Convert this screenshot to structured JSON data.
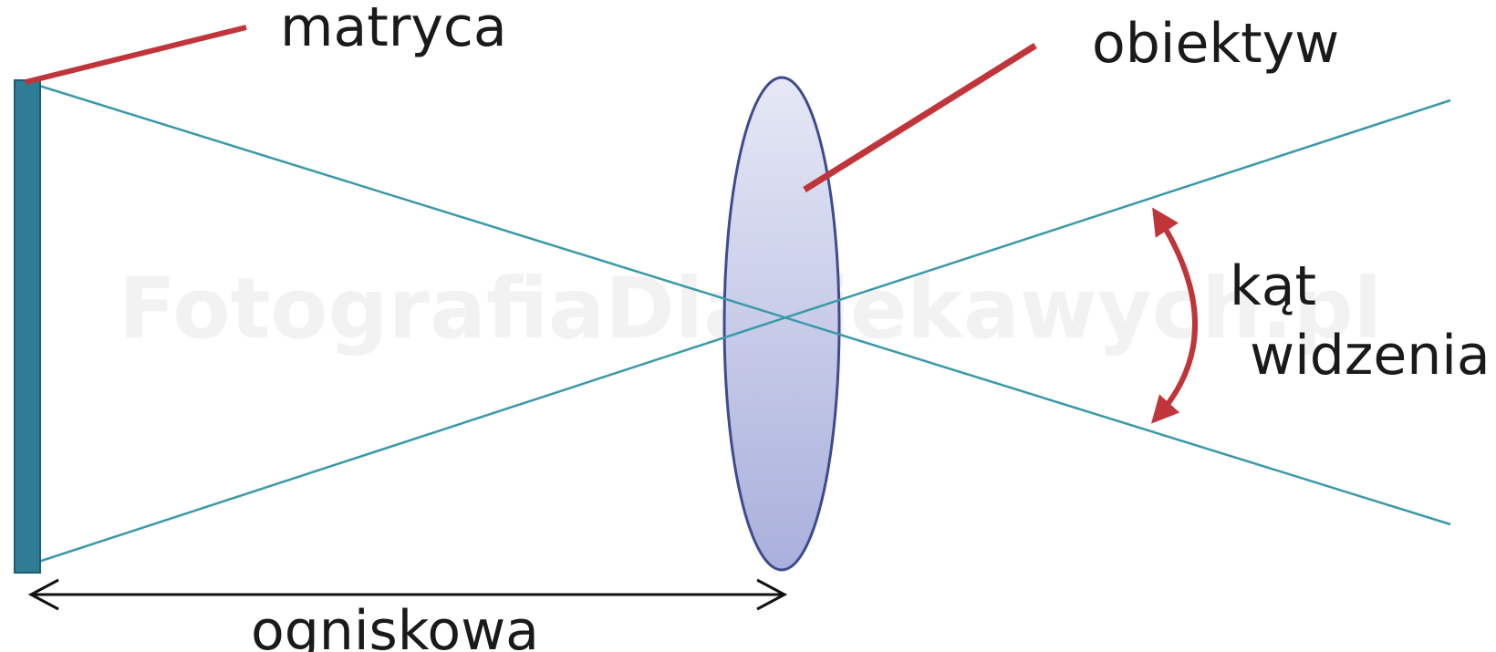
{
  "labels": {
    "sensor": "matryca",
    "lens": "obiektyw",
    "angle_line1": "kąt",
    "angle_line2": "widzenia",
    "focal_length": "ogniskowa"
  },
  "watermark": "FotografiaDlaCiekawych.pl",
  "colors": {
    "sensor": "#2e7d95",
    "sensor_edge": "#1d5e73",
    "ray": "#3a99a9",
    "lens_fill_top": "#e6e8f5",
    "lens_fill_bottom": "#a9b0dc",
    "lens_stroke": "#3e4c8e",
    "pointer": "#c0353a",
    "arrow": "#111111"
  }
}
